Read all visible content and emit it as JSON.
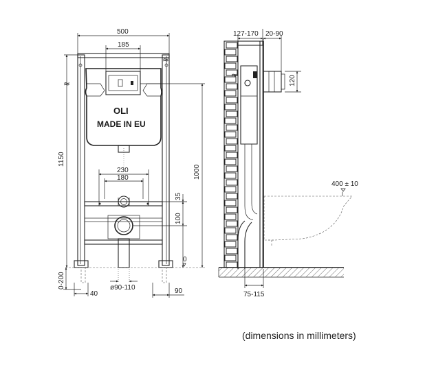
{
  "front_view": {
    "brand": "OLI",
    "made_in": "MADE IN EU",
    "dims": {
      "width": "500",
      "width_inner": "185",
      "height_total": "1150",
      "height_tank": "1000",
      "pipe_span": "230",
      "pipe_span_inner": "180",
      "offset_35": "35",
      "offset_100": "100",
      "zero": "0",
      "floor_range": "0-200",
      "foot_40": "40",
      "drain_dia": "ø90-110",
      "foot_90": "90"
    }
  },
  "side_view": {
    "dims": {
      "depth": "127-170",
      "wall_offset": "20-90",
      "inlet_height": "120",
      "bowl_height": "400 ± 10",
      "drain_offset": "75-115"
    }
  },
  "caption": "(dimensions in millimeters)"
}
